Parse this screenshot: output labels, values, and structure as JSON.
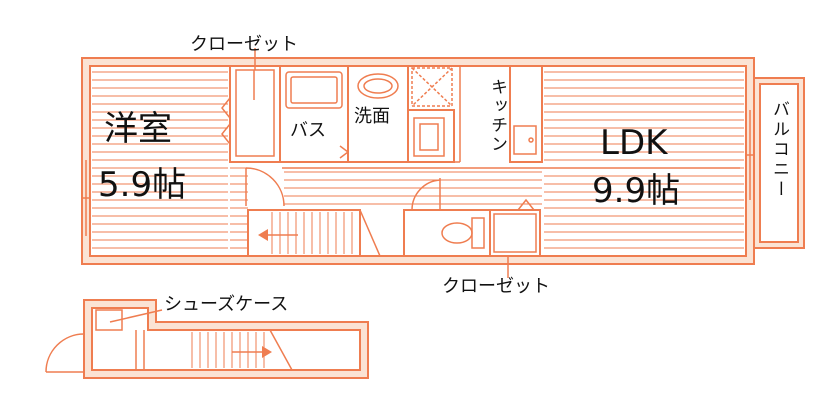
{
  "colors": {
    "wall_line": "#ef7d50",
    "wall_fill": "#fbe3d4",
    "text": "#111111"
  },
  "labels": {
    "closet_top": "クローゼット",
    "western_room": "洋室",
    "western_room_size": "5.9帖",
    "bath": "バス",
    "washroom": "洗面",
    "kitchen": "キッチン",
    "ldk": "LDK",
    "ldk_size": "9.9帖",
    "balcony": "バルコニー",
    "closet_bottom": "クローゼット",
    "shoe_case": "シューズケース"
  }
}
